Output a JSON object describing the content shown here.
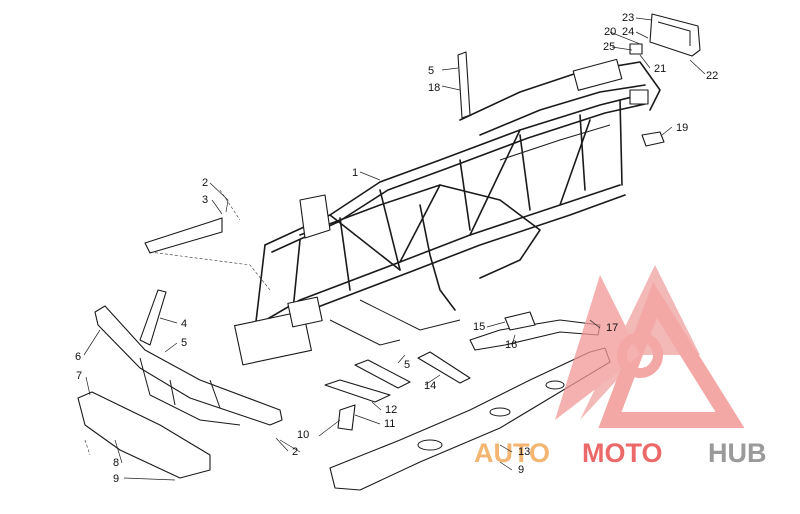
{
  "callouts": {
    "c1": "1",
    "c2_top": "2",
    "c3": "3",
    "c4": "4",
    "c5_left": "5",
    "c5_mid": "5",
    "c5_top": "5",
    "c6": "6",
    "c7": "7",
    "c8": "8",
    "c9_left": "9",
    "c9_right": "9",
    "c10": "10",
    "c11": "11",
    "c12": "12",
    "c13": "13",
    "c14": "14",
    "c15": "15",
    "c16": "16",
    "c17": "17",
    "c18": "18",
    "c19": "19",
    "c20": "20",
    "c21": "21",
    "c22": "22",
    "c23": "23",
    "c24": "24",
    "c25": "25",
    "c2_bottom": "2"
  },
  "watermark": {
    "auto": "AUTO",
    "moto": "MOTO",
    "hub": "HUB",
    "color_primary": "#e8514f",
    "color_secondary": "#f0a95a",
    "color_dark": "#9a9a9a"
  }
}
